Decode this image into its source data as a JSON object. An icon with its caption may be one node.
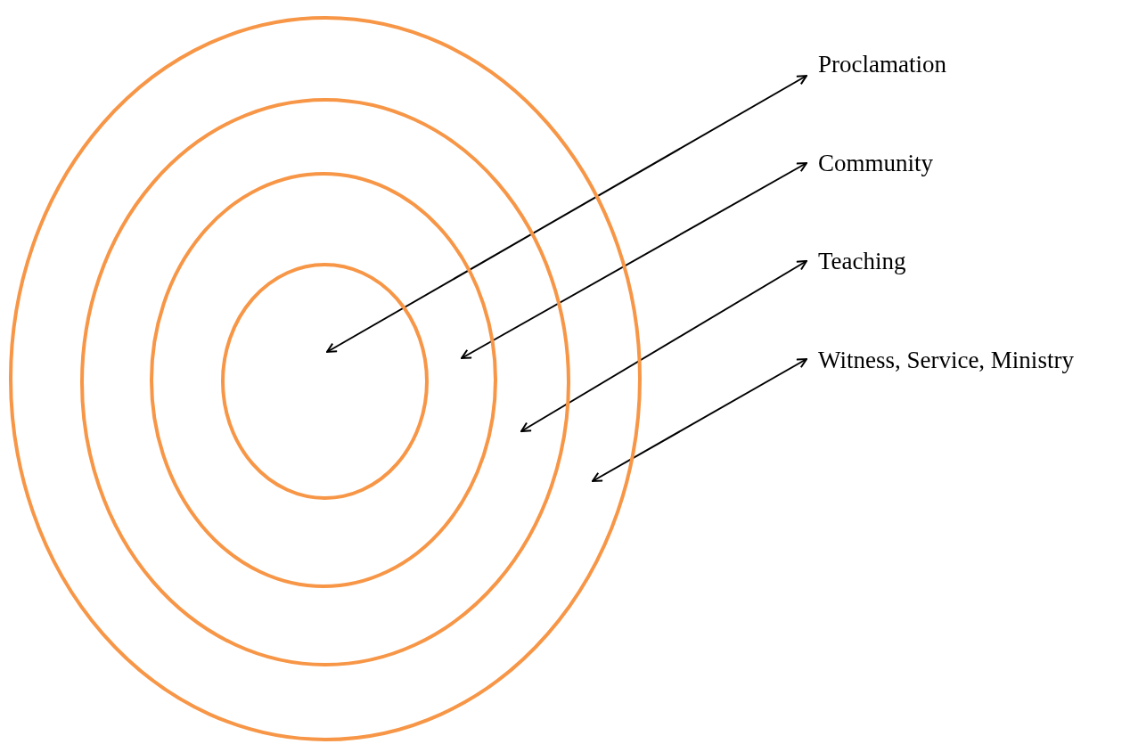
{
  "diagram": {
    "nodes": [
      {
        "text": [],
        "shape": "ellipse"
      },
      {
        "text": [],
        "shape": "ellipse",
        "in": 0
      },
      {
        "text": [],
        "shape": "ellipse",
        "in": 1
      },
      {
        "text": [],
        "shape": "ellipse",
        "in": 2
      },
      {
        "text": [
          "Proclamation"
        ]
      },
      {
        "text": [
          "Community"
        ]
      },
      {
        "text": [
          "Teaching"
        ]
      },
      {
        "text": [
          "Witness, Service, Ministry"
        ]
      }
    ],
    "edges": [
      {
        "from": 4,
        "to": 3,
        "arrow": "both"
      },
      {
        "from": 5,
        "to": 2,
        "arrow": "both"
      },
      {
        "from": 6,
        "to": 1,
        "arrow": "both"
      },
      {
        "from": 7,
        "to": 0,
        "arrow": "both"
      }
    ]
  }
}
